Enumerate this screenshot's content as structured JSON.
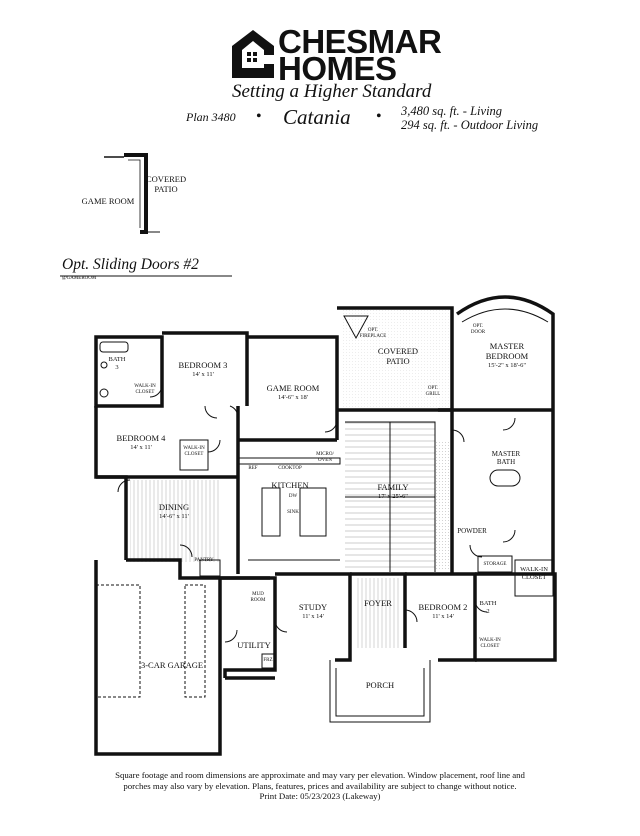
{
  "brand": {
    "line1": "CHESMAR",
    "line2": "HOMES",
    "tagline": "Setting a Higher Standard"
  },
  "plan": {
    "number": "Plan 3480",
    "bullet": "•",
    "name": "Catania",
    "living_sqft": "3,480 sq. ft. - Living",
    "outdoor_sqft": "294 sq. ft. - Outdoor Living"
  },
  "option_inset": {
    "covered_patio": [
      "COVERED",
      "PATIO"
    ],
    "game_room": "GAME ROOM",
    "title": "Opt. Sliding Doors #2",
    "subtitle": "@GAMEROOM"
  },
  "rooms": {
    "bath3": [
      "BATH",
      "3"
    ],
    "walkin_closet_upper": [
      "WALK-IN",
      "CLOSET"
    ],
    "bedroom3": {
      "name": "BEDROOM 3",
      "dims": "14' x 11'"
    },
    "game_room": {
      "name": "GAME ROOM",
      "dims": "14'-6\" x 18'"
    },
    "covered_patio": [
      "COVERED",
      "PATIO"
    ],
    "opt_fireplace": [
      "OPT.",
      "FIREPLACE"
    ],
    "opt_grill": [
      "OPT.",
      "GRILL"
    ],
    "opt_door": [
      "OPT.",
      "DOOR"
    ],
    "master_bedroom": {
      "name": [
        "MASTER",
        "BEDROOM"
      ],
      "dims": "15'-2\" x 18'-6\""
    },
    "bedroom4": {
      "name": "BEDROOM 4",
      "dims": "14' x 11'"
    },
    "walkin_closet_b4": [
      "WALK-IN",
      "CLOSET"
    ],
    "cooktop": "COOKTOP",
    "micro_oven": [
      "MICRO/",
      "OVEN"
    ],
    "ref": "REF",
    "kitchen": "KITCHEN",
    "dw": "DW",
    "sink": "SINK",
    "family": {
      "name": "FAMILY",
      "dims": "17' x 25'-6\""
    },
    "master_bath": [
      "MASTER",
      "BATH"
    ],
    "dining": {
      "name": "DINING",
      "dims": "14'-6\" x 11'"
    },
    "powder": "POWDER",
    "pantry": "PANTRY",
    "storage": "STORAGE",
    "walkin_closet_master": [
      "WALK-IN",
      "CLOSET"
    ],
    "mud_room": [
      "MUD",
      "ROOM"
    ],
    "study": {
      "name": "STUDY",
      "dims": "11' x 14'"
    },
    "foyer": "FOYER",
    "bedroom2": {
      "name": "BEDROOM 2",
      "dims": "11' x 14'"
    },
    "bath2": [
      "BATH",
      "2"
    ],
    "walkin_closet_b2": [
      "WALK-IN",
      "CLOSET"
    ],
    "utility": "UTILITY",
    "frz": "FRZ",
    "garage": "3-CAR GARAGE",
    "porch": "PORCH"
  },
  "footer": {
    "line1": "Square footage and room dimensions are approximate and may vary per elevation. Window placement, roof line and",
    "line2": "porches may also vary by elevation. Plans, features, prices and availability are subject to change without notice.",
    "line3": "Print Date: 05/23/2023 (Lakeway)"
  }
}
